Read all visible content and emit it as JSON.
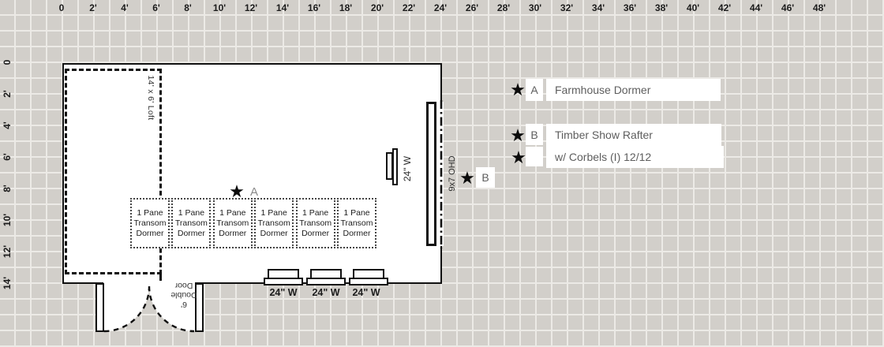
{
  "colors": {
    "background": "#d2cfca",
    "grid_line": "#eceae6",
    "ink": "#111111",
    "label_gray": "#5e5e5e"
  },
  "icons": {
    "marker_star": "★"
  },
  "rulers": {
    "top": [
      "0",
      "2'",
      "4'",
      "6'",
      "8'",
      "10'",
      "12'",
      "14'",
      "16'",
      "18'",
      "20'",
      "22'",
      "24'",
      "26'",
      "28'",
      "30'",
      "32'",
      "34'",
      "36'",
      "38'",
      "40'",
      "42'",
      "44'",
      "46'",
      "48'"
    ],
    "left": [
      "0",
      "2'",
      "4'",
      "6'",
      "8'",
      "10'",
      "12'",
      "14'"
    ]
  },
  "building": {
    "loft_label": "14' x 6' Loft",
    "dormers": [
      {
        "l1": "1 Pane",
        "l2": "Transom",
        "l3": "Dormer"
      },
      {
        "l1": "1 Pane",
        "l2": "Transom",
        "l3": "Dormer"
      },
      {
        "l1": "1 Pane",
        "l2": "Transom",
        "l3": "Dormer"
      },
      {
        "l1": "1 Pane",
        "l2": "Transom",
        "l3": "Dormer"
      },
      {
        "l1": "1 Pane",
        "l2": "Transom",
        "l3": "Dormer"
      },
      {
        "l1": "1 Pane",
        "l2": "Transom",
        "l3": "Dormer"
      }
    ],
    "marker_a": "A",
    "marker_b": "B",
    "ohd_label": "9x7 OHD",
    "side_window": {
      "label": "24\" W"
    },
    "bottom_windows": [
      {
        "label": "24\" W"
      },
      {
        "label": "24\" W"
      },
      {
        "label": "24\" W"
      }
    ],
    "door": {
      "label": "6' Double Door",
      "lines": [
        "6'",
        "Double",
        "Door"
      ]
    }
  },
  "legend": {
    "rows": [
      {
        "marker": "A",
        "text": "Farmhouse Dormer"
      },
      {
        "marker": "B",
        "text": "Timber Show Rafter"
      },
      {
        "marker": "",
        "text": "w/ Corbels (I) 12/12"
      }
    ]
  }
}
